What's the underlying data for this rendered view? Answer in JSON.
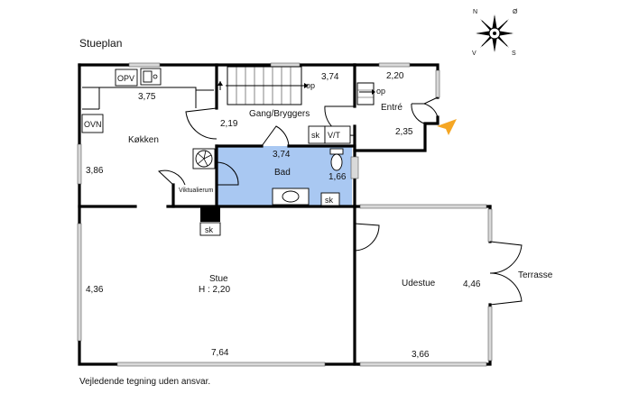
{
  "plan_title": "Stueplan",
  "disclaimer": "Vejledende tegning uden ansvar.",
  "compass": {
    "north": "N",
    "east": "Ø",
    "south": "S",
    "west": "V"
  },
  "colors": {
    "bath_fill": "#a9c8f2",
    "entry_arrow": "#f5a623",
    "wall": "#000000",
    "window": "#d9d9d9"
  },
  "rooms": {
    "kitchen": {
      "name": "Køkken",
      "width": "3,75",
      "depth": "3,86"
    },
    "hall": {
      "name": "Gang/Bryggers",
      "dim_a": "3,74",
      "dim_b": "2,19"
    },
    "bath": {
      "name": "Bad",
      "width": "3,74",
      "depth": "1,66"
    },
    "entry": {
      "name": "Entré",
      "width": "2,20",
      "depth": "2,35"
    },
    "living": {
      "name": "Stue",
      "height_note": "H : 2,20",
      "width": "7,64",
      "depth": "4,36"
    },
    "sunroom": {
      "name": "Udestue",
      "width": "3,66",
      "depth": "4,46"
    },
    "terrace": {
      "name": "Terrasse"
    },
    "pantry": {
      "name": "Viktualierum"
    }
  },
  "fixtures": {
    "dishwasher": "OPV",
    "oven": "OVN",
    "sk_hall": "sk",
    "washer_dryer": "V/T",
    "sk_bath": "sk",
    "sk_chimney": "sk",
    "stair_up": "op",
    "entry_up": "op"
  }
}
